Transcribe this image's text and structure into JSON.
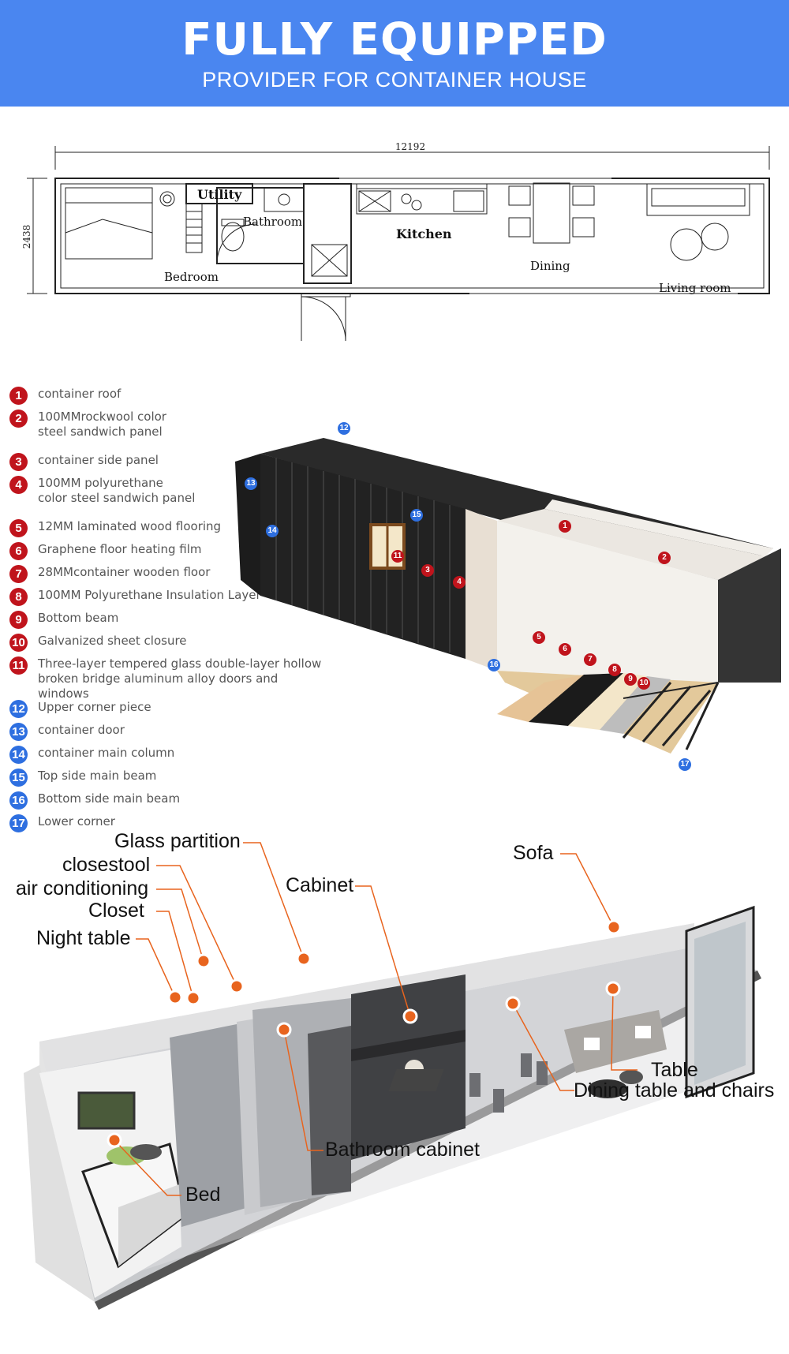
{
  "banner": {
    "title": "FULLY EQUIPPED",
    "subtitle": "PROVIDER FOR CONTAINER HOUSE"
  },
  "floorplan": {
    "width_dim": "12192",
    "height_dim": "2438",
    "rooms": {
      "utility": "Utility",
      "bathroom": "Bathroom",
      "kitchen": "Kitchen",
      "bedroom": "Bedroom",
      "dining": "Dining",
      "living": "Living room"
    }
  },
  "legend": [
    {
      "n": "1",
      "color": "red",
      "text": "container roof"
    },
    {
      "n": "2",
      "color": "red",
      "text": "100MMrockwool color\n steel sandwich panel"
    },
    {
      "n": "3",
      "color": "red",
      "text": "container side panel"
    },
    {
      "n": "4",
      "color": "red",
      "text": "100MM polyurethane\ncolor steel sandwich panel"
    },
    {
      "n": "5",
      "color": "red",
      "text": "12MM laminated wood flooring"
    },
    {
      "n": "6",
      "color": "red",
      "text": "Graphene floor heating film"
    },
    {
      "n": "7",
      "color": "red",
      "text": "28MMcontainer wooden floor"
    },
    {
      "n": "8",
      "color": "red",
      "text": "100MM Polyurethane Insulation Layer"
    },
    {
      "n": "9",
      "color": "red",
      "text": "Bottom beam"
    },
    {
      "n": "10",
      "color": "red",
      "text": "Galvanized sheet closure"
    },
    {
      "n": "11",
      "color": "red",
      "text": "Three-layer tempered glass double-layer hollow\nbroken bridge aluminum alloy doors and windows"
    },
    {
      "n": "12",
      "color": "blue",
      "text": "Upper corner piece"
    },
    {
      "n": "13",
      "color": "blue",
      "text": "container door"
    },
    {
      "n": "14",
      "color": "blue",
      "text": "container main column"
    },
    {
      "n": "15",
      "color": "blue",
      "text": "Top side main beam"
    },
    {
      "n": "16",
      "color": "blue",
      "text": "Bottom side main beam"
    },
    {
      "n": "17",
      "color": "blue",
      "text": "Lower corner"
    }
  ],
  "interior_labels": {
    "glass_partition": "Glass partition",
    "closestool": "closestool",
    "air_conditioning": "air conditioning",
    "closet": "Closet",
    "night_table": "Night table",
    "cabinet": "Cabinet",
    "sofa": "Sofa",
    "table": "Table",
    "dining_table_chairs": "Dining table and chairs",
    "bathroom_cabinet": "Bathroom cabinet",
    "bed": "Bed"
  },
  "colors": {
    "banner": "#4a86f0",
    "marker_red": "#c0141c",
    "marker_blue": "#2e6fe0",
    "callout_orange": "#e8641e"
  }
}
